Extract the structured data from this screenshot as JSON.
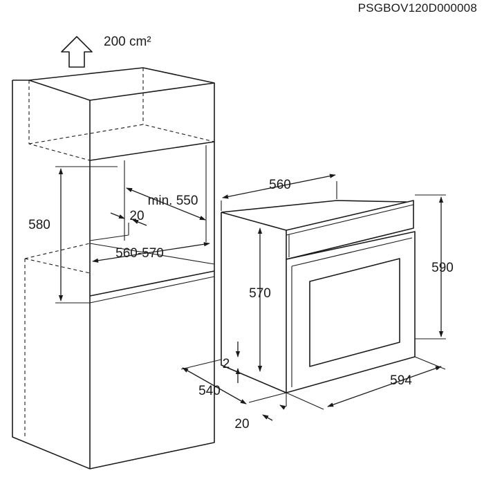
{
  "document_code": "PSGBOV120D000008",
  "ventilation": {
    "area_label": "200 cm²",
    "arrow_icon": "up-arrow-outline-icon"
  },
  "cabinet": {
    "height_label": "580",
    "depth_label": "min. 550",
    "gap_label": "20",
    "width_label": "560-570"
  },
  "oven": {
    "width_label": "560",
    "height_label": "590",
    "body_height_label": "570",
    "front_width_label": "594",
    "depth_label": "540",
    "offset_label": "2",
    "panel_depth_label": "20"
  }
}
